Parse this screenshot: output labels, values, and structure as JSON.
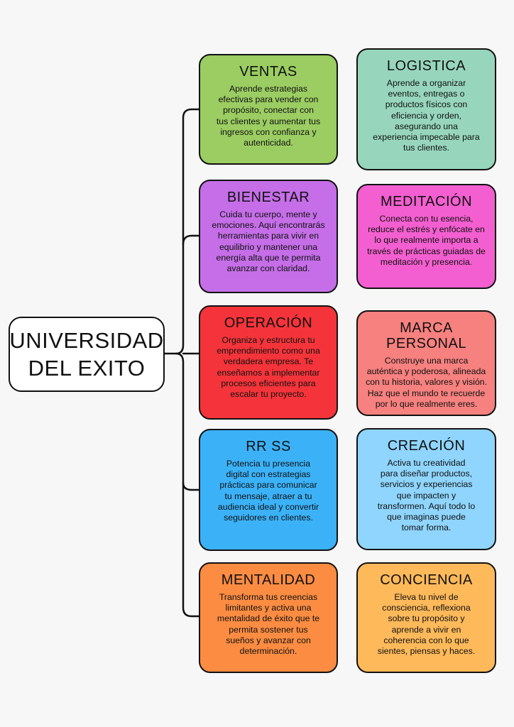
{
  "root": {
    "lines": [
      "UNIVERSIDAD",
      "DEL EXITO"
    ]
  },
  "cards": [
    {
      "id": "ventas",
      "title": "VENTAS",
      "color": "#9bcd62",
      "lines": [
        "Aprende estrategias",
        "efectivas para vender con",
        "propósito, conectar con",
        "tus clientes y aumentar tus",
        "ingresos con confianza y",
        "autenticidad."
      ]
    },
    {
      "id": "logistica",
      "title": "LOGISTICA",
      "color": "#97d6bd",
      "lines": [
        "Aprende a organizar",
        "eventos, entregas o",
        "productos físicos con",
        "eficiencia y orden,",
        "asegurando una",
        "experiencia impecable para",
        "tus clientes."
      ]
    },
    {
      "id": "bienestar",
      "title": "BIENESTAR",
      "color": "#c56ee8",
      "lines": [
        "Cuida tu cuerpo, mente y",
        "emociones. Aquí encontrarás",
        "herramientas para vivir en",
        "equilibrio y mantener una",
        "energía alta que te permita",
        "avanzar con claridad."
      ]
    },
    {
      "id": "meditacion",
      "title": "MEDITACIÓN",
      "color": "#f35fd0",
      "lines": [
        "Conecta con tu esencia,",
        "reduce el estrés y enfócate en",
        "lo que realmente importa a",
        "través de prácticas guiadas de",
        "meditación y presencia."
      ]
    },
    {
      "id": "operacion",
      "title": "OPERACIÓN",
      "color": "#f4343a",
      "lines": [
        "Organiza y estructura tu",
        "emprendimiento como una",
        "verdadera empresa. Te",
        "enseñamos a implementar",
        "procesos eficientes para",
        "escalar tu proyecto."
      ]
    },
    {
      "id": "marca-personal",
      "title": "MARCA\nPERSONAL",
      "color": "#f6817f",
      "lines": [
        "Construye una marca",
        "auténtica y poderosa, alineada",
        "con tu historia, valores y visión.",
        "Haz que el mundo te recuerde",
        "por lo que realmente eres."
      ]
    },
    {
      "id": "rr-ss",
      "title": "RR SS",
      "color": "#3bb2f8",
      "lines": [
        "Potencia tu presencia",
        "digital con estrategias",
        "prácticas para comunicar",
        "tu mensaje, atraer a tu",
        "audiencia ideal y convertir",
        "seguidores en clientes."
      ]
    },
    {
      "id": "creacion",
      "title": "CREACIÓN",
      "color": "#8fd5fd",
      "lines": [
        "Activa tu creatividad",
        "para diseñar productos,",
        "servicios y experiencias",
        "que impacten y",
        "transformen. Aquí todo lo",
        "que imaginas puede",
        "tomar forma."
      ]
    },
    {
      "id": "mentalidad",
      "title": "MENTALIDAD",
      "color": "#fb8c42",
      "lines": [
        "Transforma tus creencias",
        "limitantes y activa una",
        "mentalidad de éxito que te",
        "permita sostener tus",
        "sueños y avanzar con",
        "determinación."
      ]
    },
    {
      "id": "conciencia",
      "title": "CONCIENCIA",
      "color": "#feb95a",
      "lines": [
        "Eleva tu nivel de",
        "consciencia, reflexiona",
        "sobre tu propósito y",
        "aprende a vivir en",
        "coherencia con lo que",
        "sientes, piensas y haces."
      ]
    }
  ]
}
